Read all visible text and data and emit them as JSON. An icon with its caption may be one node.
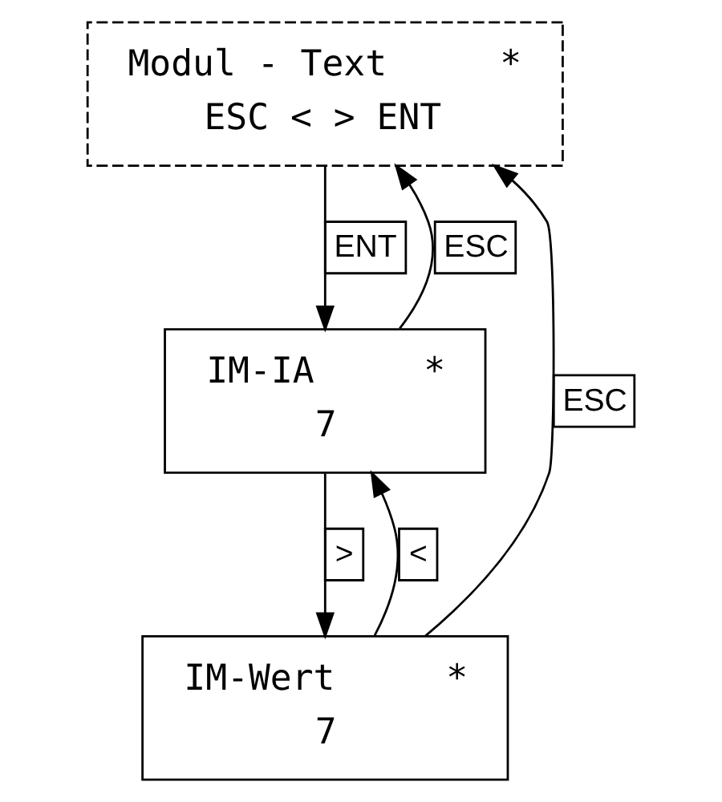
{
  "diagram": {
    "nodes": [
      {
        "text": [
          "Modul - Text",
          "*",
          "ESC < > ENT"
        ]
      },
      {
        "text": [
          "IM-IA",
          "*",
          "7"
        ]
      },
      {
        "text": [
          "IM-Wert",
          "*",
          "7"
        ]
      }
    ],
    "edges": [
      {
        "from": 0,
        "to": 1,
        "arrow": "to",
        "label": "ENT"
      },
      {
        "from": 1,
        "to": 2,
        "arrow": "to",
        "label": ">"
      },
      {
        "from": 2,
        "to": 1,
        "arrow": "to",
        "label": "<"
      },
      {
        "from": 1,
        "to": 0,
        "arrow": "to",
        "label": "ESC"
      },
      {
        "from": 2,
        "to": 0,
        "arrow": "to",
        "label": "ESC"
      }
    ]
  }
}
